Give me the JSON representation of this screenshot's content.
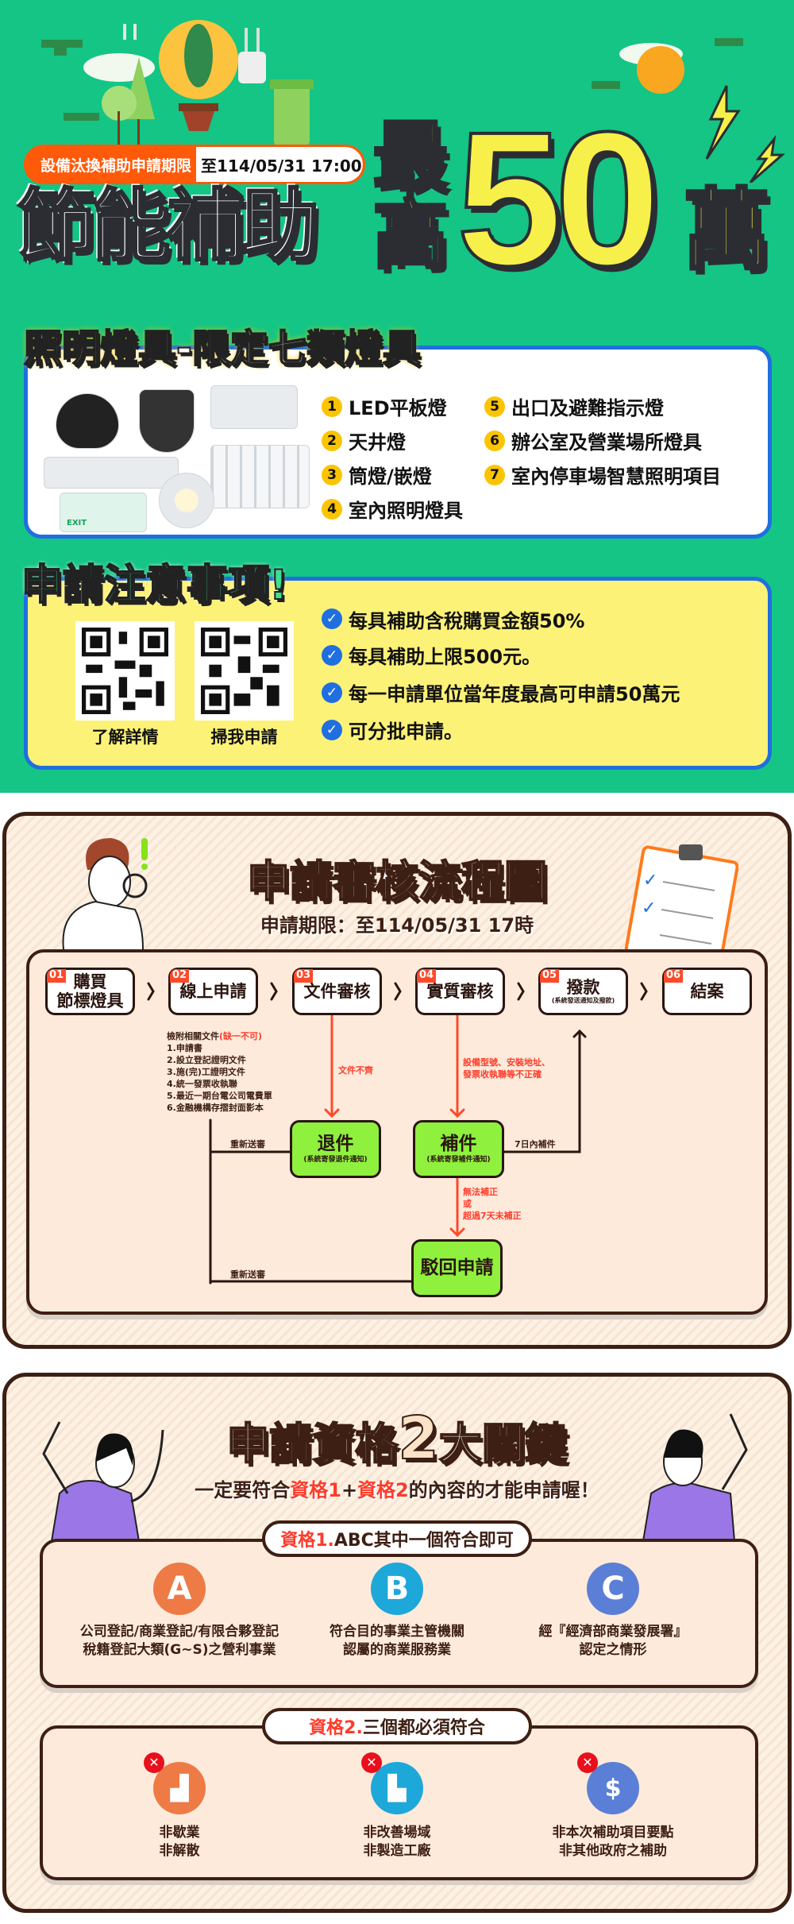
{
  "hero": {
    "deadline_label": "設備汰換補助申請期限",
    "deadline_value": "至114/05/31 17:00",
    "title": "節能補助",
    "max_label": "最高",
    "amount": "50",
    "unit": "萬"
  },
  "lighting": {
    "title": "照明燈具-限定七類燈具",
    "items": [
      {
        "n": "1",
        "label": "LED平板燈"
      },
      {
        "n": "2",
        "label": "天井燈"
      },
      {
        "n": "3",
        "label": "筒燈/嵌燈"
      },
      {
        "n": "4",
        "label": "室內照明燈具"
      },
      {
        "n": "5",
        "label": "出口及避難指示燈"
      },
      {
        "n": "6",
        "label": "辦公室及營業場所燈具"
      },
      {
        "n": "7",
        "label": "室內停車場智慧照明項目"
      }
    ],
    "exit_sign_text": "EXIT"
  },
  "notice": {
    "title": "申請注意事項!",
    "qr_labels": [
      "了解詳情",
      "掃我申請"
    ],
    "items": [
      "每具補助含稅購買金額50%",
      "每具補助上限500元。",
      "每一申請單位當年度最高可申請50萬元",
      "可分批申請。"
    ]
  },
  "flow": {
    "title": "申請審核流程圖",
    "subtitle": "申請期限：至114/05/31  17時",
    "steps": [
      {
        "n": "01",
        "l1": "購買",
        "l2": "節標燈具"
      },
      {
        "n": "02",
        "l1": "線上申請"
      },
      {
        "n": "03",
        "l1": "文件審核"
      },
      {
        "n": "04",
        "l1": "實質審核"
      },
      {
        "n": "05",
        "l1": "撥款",
        "l2": "(系統發送通知及撥款)"
      },
      {
        "n": "06",
        "l1": "結案"
      }
    ],
    "docs_title": "檢附相關文件",
    "docs_required": "(缺一不可)",
    "docs": [
      "1.申請書",
      "2.設立登記證明文件",
      "3.施(完)工證明文件",
      "4.統一發票收執聯",
      "5.最近一期台電公司電費單",
      "6.金融機構存摺封面影本"
    ],
    "incomplete": "文件不齊",
    "incorrect1": "設備型號、安裝地址、",
    "incorrect2": "發票收執聯等不正確",
    "return": {
      "title": "退件",
      "note": "(系統寄發退件通知)"
    },
    "supplement": {
      "title": "補件",
      "note": "(系統寄發補件通知)"
    },
    "within7": "7日內補件",
    "resubmit": "重新送審",
    "fail1": "無法補正",
    "fail2": "或",
    "fail3": "超過7天未補正",
    "reject": "駁回申請"
  },
  "qual": {
    "title_a": "申請資格",
    "title_num": "2",
    "title_b": "大關鍵",
    "sub_a": "一定要符合",
    "sub_r1": "資格1",
    "sub_plus": "+",
    "sub_r2": "資格2",
    "sub_b": "的內容的才能申請喔！",
    "q1_red": "資格1.",
    "q1_label": "ABC其中一個符合即可",
    "q1_items": [
      {
        "letter": "A",
        "l1": "公司登記/商業登記/有限合夥登記",
        "l2": "稅籍登記大類(G~S)之營利事業",
        "color": "#ee7a45"
      },
      {
        "letter": "B",
        "l1": "符合目的事業主管機關",
        "l2": "認屬的商業服務業",
        "color": "#1ea7d9"
      },
      {
        "letter": "C",
        "l1": "經『經濟部商業發展署』",
        "l2": "認定之情形",
        "color": "#5b7fd6"
      }
    ],
    "q2_red": "資格2.",
    "q2_label": "三個都必須符合",
    "q2_items": [
      {
        "l1": "非歇業",
        "l2": "非解散",
        "color": "#ee7a45"
      },
      {
        "l1": "非改善場域",
        "l2": "非製造工廠",
        "color": "#1ea7d9"
      },
      {
        "l1": "非本次補助項目要點",
        "l2": "非其他政府之補助",
        "color": "#5b7fd6"
      }
    ]
  }
}
